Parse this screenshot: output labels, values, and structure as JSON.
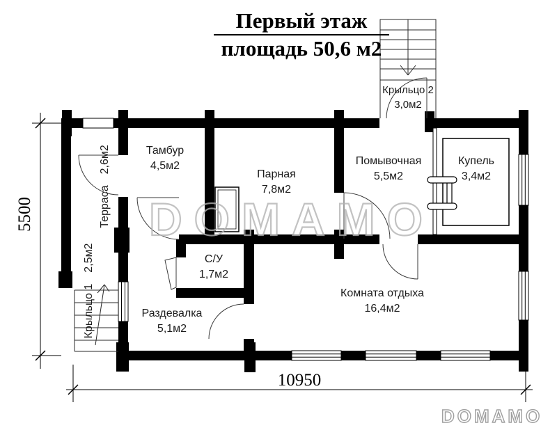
{
  "title": {
    "line1": "Первый этаж",
    "line2": "площадь 50,6 м2"
  },
  "rooms": [
    {
      "name": "Тамбур",
      "area": "4,5м2"
    },
    {
      "name": "Парная",
      "area": "7,8м2"
    },
    {
      "name": "Помывочная",
      "area": "5,5м2"
    },
    {
      "name": "Купель",
      "area": "3,4м2"
    },
    {
      "name": "С/У",
      "area": "1,7м2"
    },
    {
      "name": "Раздевалка",
      "area": "5,1м2"
    },
    {
      "name": "Комната отдыха",
      "area": "16,4м2"
    },
    {
      "name": "Терраса",
      "area": "2,6м2"
    },
    {
      "name": "Крыльцо 1",
      "area": "2,5м2"
    },
    {
      "name": "Крыльцо 2",
      "area": "3,0м2"
    }
  ],
  "dimensions": {
    "horizontal": "10950",
    "vertical": "5500"
  },
  "watermark": {
    "center": "DOMAMO",
    "corner": "DOMAMO"
  },
  "colors": {
    "wall": "#000000",
    "thin_line": "#2a2a2a",
    "watermark": "#b3b3b3"
  }
}
